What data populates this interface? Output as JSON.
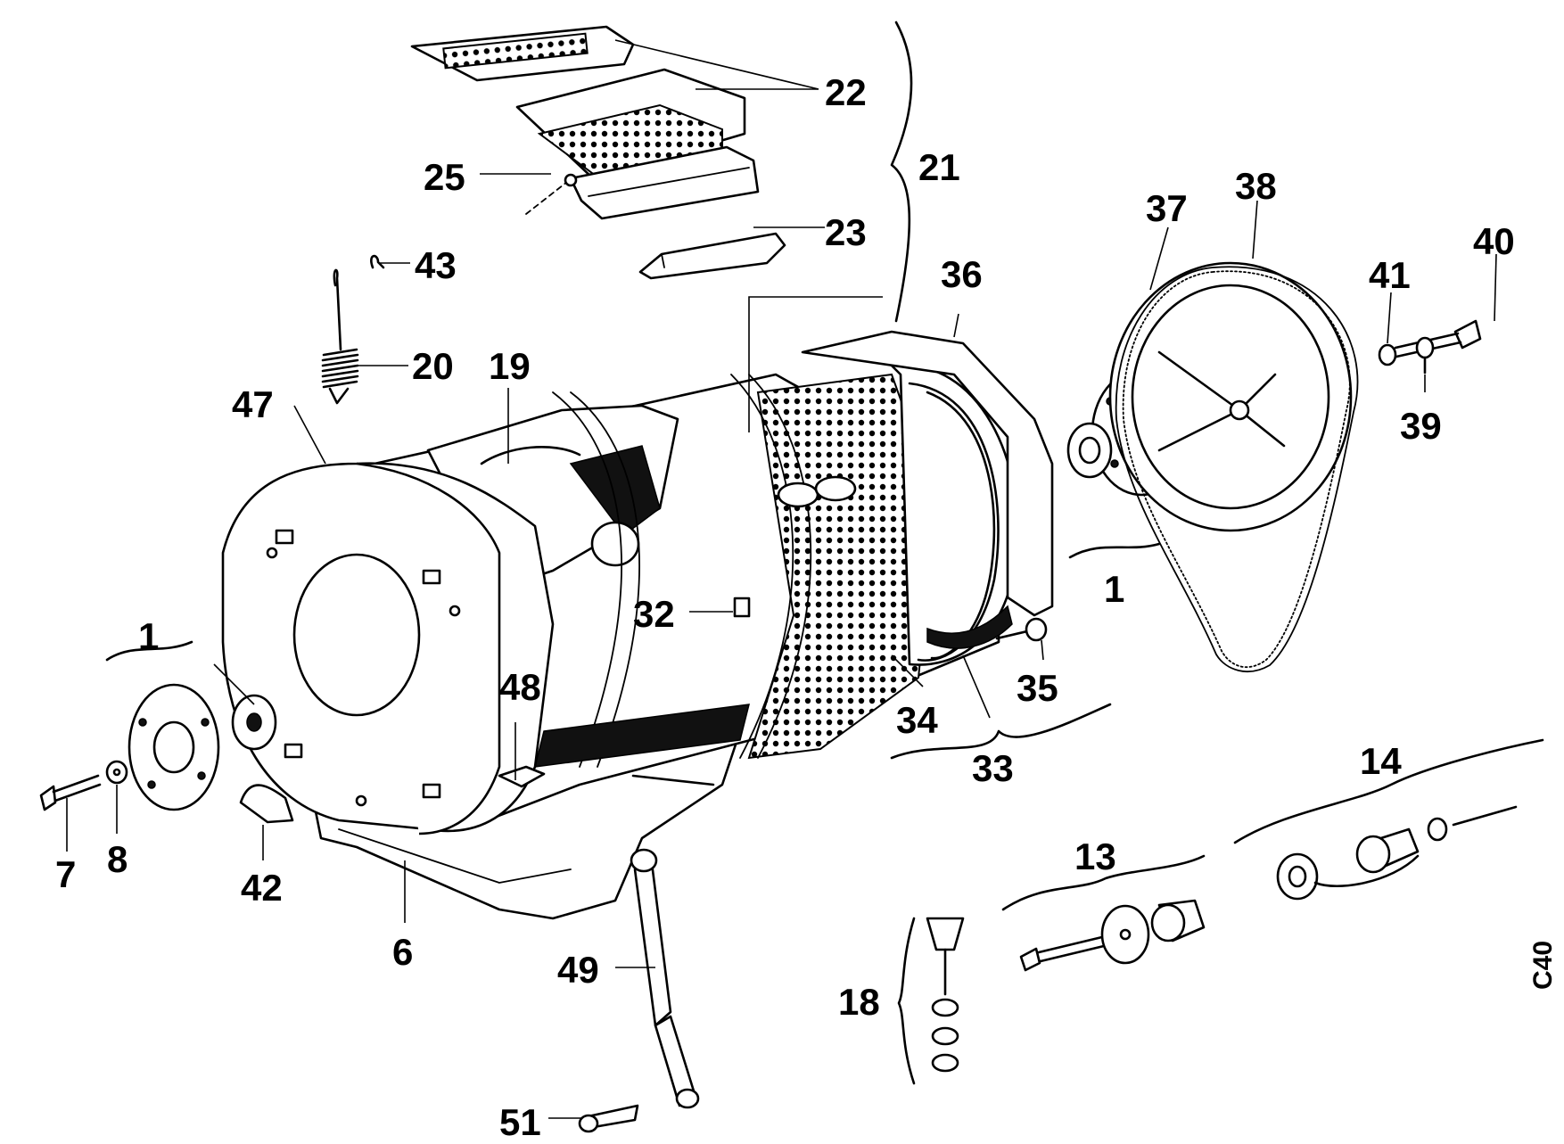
{
  "diagram": {
    "type": "exploded-parts-view",
    "code": "C40",
    "labels": {
      "p1_left": "1",
      "p1_right": "1",
      "p6": "6",
      "p7": "7",
      "p8": "8",
      "p13": "13",
      "p14": "14",
      "p18": "18",
      "p19": "19",
      "p20": "20",
      "p21": "21",
      "p22": "22",
      "p23": "23",
      "p25": "25",
      "p32": "32",
      "p33": "33",
      "p34": "34",
      "p35": "35",
      "p36": "36",
      "p37": "37",
      "p38": "38",
      "p39": "39",
      "p40": "40",
      "p41": "41",
      "p42": "42",
      "p43": "43",
      "p47": "47",
      "p48": "48",
      "p49": "49",
      "p51": "51"
    }
  }
}
